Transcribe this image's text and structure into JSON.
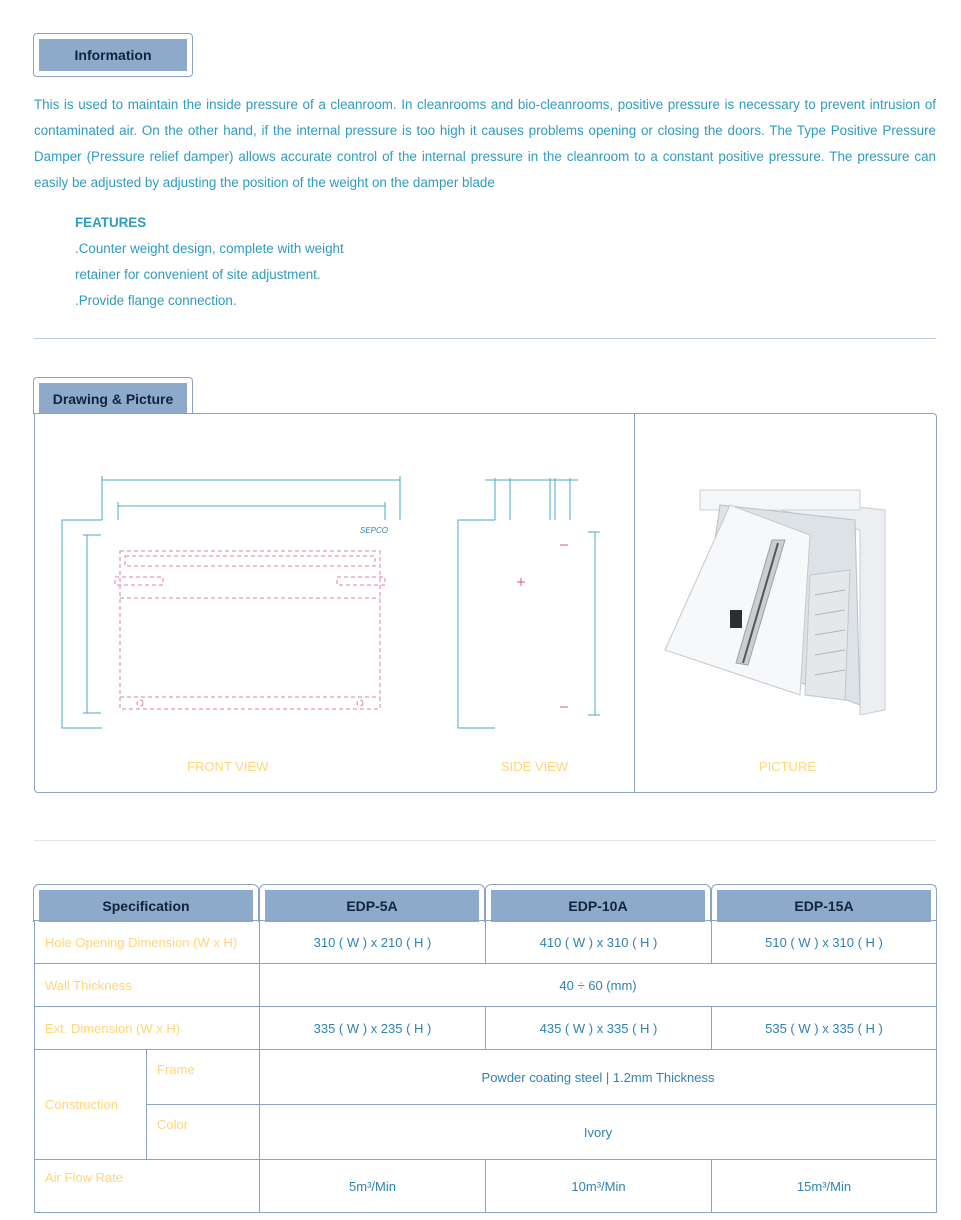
{
  "information": {
    "tab_label": "Information",
    "paragraph": "This is used to maintain the inside pressure of a cleanroom. In cleanrooms and bio-cleanrooms, positive pressure is necessary to prevent intrusion of contaminated air. On the other hand, if the internal pressure is too high it causes problems opening or closing the doors. The Type Positive Pressure Damper (Pressure relief damper) allows accurate control of the internal pressure in the cleanroom to a constant positive pressure. The pressure can easily be adjusted by adjusting the position of the weight on the damper blade",
    "features_title": "FEATURES",
    "features": [
      ".Counter weight design, complete with weight",
      "retainer for convenient of site adjustment.",
      ".Provide flange connection."
    ]
  },
  "drawing": {
    "tab_label": "Drawing & Picture",
    "front_view": "FRONT VIEW",
    "side_view": "SIDE VIEW",
    "picture": "PICTURE"
  },
  "spec": {
    "header": "Specification",
    "models": [
      "EDP-5A",
      "EDP-10A",
      "EDP-15A"
    ],
    "hole_label": "Hole Opening Dimension (W x H)",
    "hole": [
      "310 ( W )  x 210 ( H )",
      "410 ( W )  x 310 ( H )",
      "510 ( W )  x 310 ( H )"
    ],
    "wall_label": "Wall Thickness",
    "wall": "40 ÷ 60 (mm)",
    "ext_label": "Ext. Dimension  (W x H)",
    "ext": [
      "335 ( W ) x  235 ( H )",
      "435 ( W ) x  335 ( H )",
      "535 ( W ) x  335 ( H )"
    ],
    "construction_label": "Construction",
    "frame_label": "Frame",
    "frame": "Powder coating steel |  1.2mm Thickness",
    "color_label": "Color",
    "color": "Ivory",
    "airflow_label": "Air Flow Rate",
    "airflow": [
      "5m³/Min",
      "10m³/Min",
      "15m³/Min"
    ]
  }
}
